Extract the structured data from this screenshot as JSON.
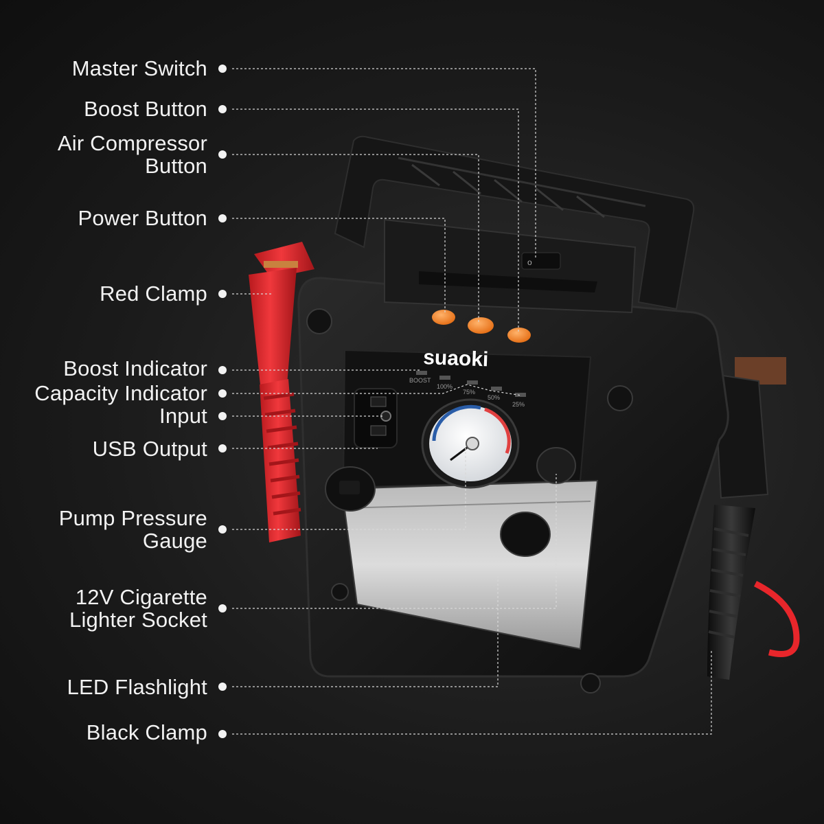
{
  "product": {
    "brand": "suaoki",
    "panel_labels": [
      "BOOST",
      "100%",
      "75%",
      "50%",
      "25%"
    ],
    "colors": {
      "background": "#1b1b1b",
      "body": "#151515",
      "accent_orange": "#f07a1e",
      "clamp_red": "#e8262b",
      "label_text": "#f2f2f2"
    }
  },
  "callouts": [
    {
      "id": "master-switch",
      "lines": [
        "Master Switch"
      ]
    },
    {
      "id": "boost-button",
      "lines": [
        "Boost Button"
      ]
    },
    {
      "id": "air-compressor-button",
      "lines": [
        "Air Compressor",
        "Button"
      ]
    },
    {
      "id": "power-button",
      "lines": [
        "Power Button"
      ]
    },
    {
      "id": "red-clamp",
      "lines": [
        "Red Clamp"
      ]
    },
    {
      "id": "boost-indicator",
      "lines": [
        "Boost Indicator"
      ]
    },
    {
      "id": "capacity-indicator",
      "lines": [
        "Capacity Indicator"
      ]
    },
    {
      "id": "input",
      "lines": [
        "Input"
      ]
    },
    {
      "id": "usb-output",
      "lines": [
        "USB Output"
      ]
    },
    {
      "id": "pump-pressure-gauge",
      "lines": [
        "Pump Pressure",
        "Gauge"
      ]
    },
    {
      "id": "cigarette-lighter-socket",
      "lines": [
        "12V Cigarette",
        "Lighter Socket"
      ]
    },
    {
      "id": "led-flashlight",
      "lines": [
        "LED Flashlight"
      ]
    },
    {
      "id": "black-clamp",
      "lines": [
        "Black Clamp"
      ]
    }
  ]
}
